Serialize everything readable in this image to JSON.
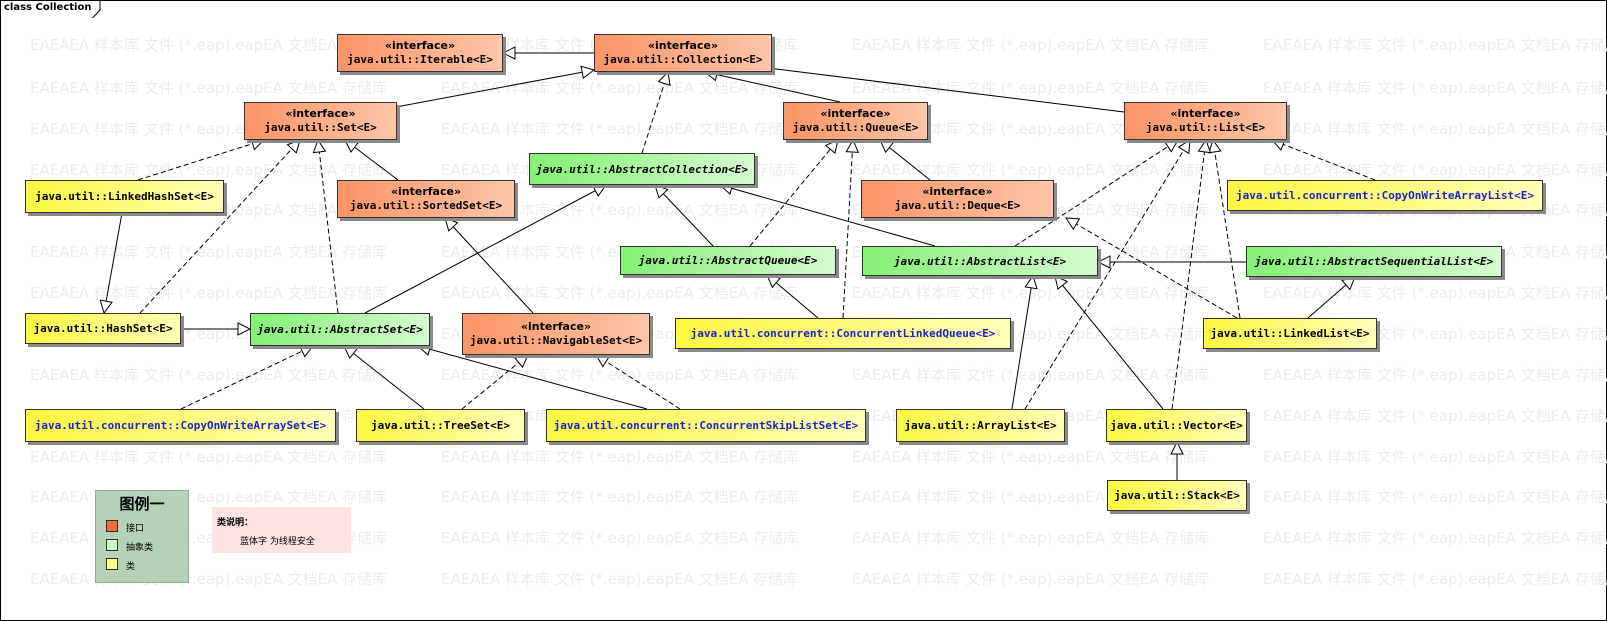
{
  "frame": {
    "title": "class Collection"
  },
  "watermark": {
    "text": "EAEAEA 样本库 文件 (*.eap).eapEA 文档EA 存储库"
  },
  "colors": {
    "interface": "#fa9466",
    "abstract_class": "#84f074",
    "class": "#fbf740",
    "thread_safe_text": "#1a22d0",
    "legend_bg": "#b5d2b8",
    "note_bg": "#fde3e3"
  },
  "nodes": {
    "iterable": {
      "stereotype": "«interface»",
      "name": "java.util::Iterable<E>"
    },
    "collection": {
      "stereotype": "«interface»",
      "name": "java.util::Collection<E>"
    },
    "set": {
      "stereotype": "«interface»",
      "name": "java.util::Set<E>"
    },
    "queue": {
      "stereotype": "«interface»",
      "name": "java.util::Queue<E>"
    },
    "list": {
      "stereotype": "«interface»",
      "name": "java.util::List<E>"
    },
    "sortedset": {
      "stereotype": "«interface»",
      "name": "java.util::SortedSet<E>"
    },
    "deque": {
      "stereotype": "«interface»",
      "name": "java.util::Deque<E>"
    },
    "navigableset": {
      "stereotype": "«interface»",
      "name": "java.util::NavigableSet<E>"
    },
    "abstractcollection": {
      "name": "java.util::AbstractCollection<E>"
    },
    "abstractqueue": {
      "name": "java.util::AbstractQueue<E>"
    },
    "abstractlist": {
      "name": "java.util::AbstractList<E>"
    },
    "abstractsequentiallist": {
      "name": "java.util::AbstractSequentialList<E>"
    },
    "abstractset": {
      "name": "java.util::AbstractSet<E>"
    },
    "linkedhashset": {
      "name": "java.util::LinkedHashSet<E>"
    },
    "hashset": {
      "name": "java.util::HashSet<E>"
    },
    "copyonwritearraylist": {
      "name": "java.util.concurrent::CopyOnWriteArrayList<E>"
    },
    "concurrentlinkedqueue": {
      "name": "java.util.concurrent::ConcurrentLinkedQueue<E>"
    },
    "linkedlist": {
      "name": "java.util::LinkedList<E>"
    },
    "copyonwritearrayset": {
      "name": "java.util.concurrent::CopyOnWriteArraySet<E>"
    },
    "treeset": {
      "name": "java.util::TreeSet<E>"
    },
    "concurrentskiplistset": {
      "name": "java.util.concurrent::ConcurrentSkipListSet<E>"
    },
    "arraylist": {
      "name": "java.util::ArrayList<E>"
    },
    "vector": {
      "name": "java.util::Vector<E>"
    },
    "stack": {
      "name": "java.util::Stack<E>"
    }
  },
  "legend": {
    "title": "图例一",
    "items": [
      {
        "label": "接口",
        "color": "#f26a34"
      },
      {
        "label": "抽象类",
        "color": "#c8f7c4"
      },
      {
        "label": "类",
        "color": "#fcfc8a"
      }
    ]
  },
  "note": {
    "title": "类说明：",
    "body": "蓝体字 为线程安全"
  }
}
